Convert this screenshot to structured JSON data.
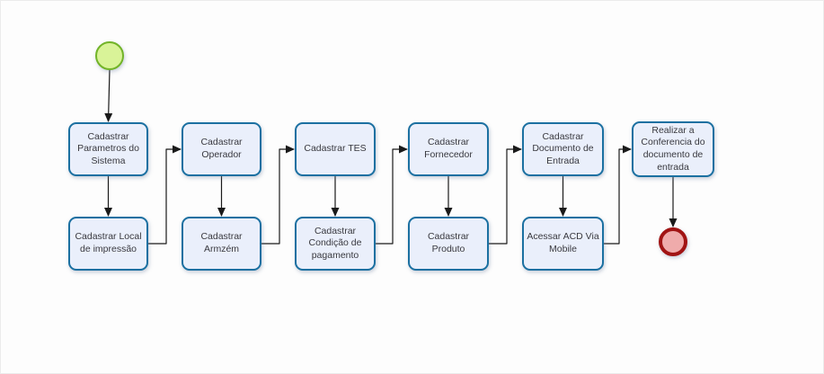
{
  "diagram": {
    "type": "flowchart",
    "nodes": [
      {
        "id": "start",
        "kind": "start-event",
        "label": ""
      },
      {
        "id": "n1",
        "kind": "task",
        "label": "Cadastrar Parametros do Sistema"
      },
      {
        "id": "n2",
        "kind": "task",
        "label": "Cadastrar Local de impressão"
      },
      {
        "id": "n3",
        "kind": "task",
        "label": "Cadastrar Operador"
      },
      {
        "id": "n4",
        "kind": "task",
        "label": "Cadastrar Armzém"
      },
      {
        "id": "n5",
        "kind": "task",
        "label": "Cadastrar TES"
      },
      {
        "id": "n6",
        "kind": "task",
        "label": "Cadastrar Condição de pagamento"
      },
      {
        "id": "n7",
        "kind": "task",
        "label": "Cadastrar Fornecedor"
      },
      {
        "id": "n8",
        "kind": "task",
        "label": "Cadastrar Produto"
      },
      {
        "id": "n9",
        "kind": "task",
        "label": "Cadastrar Documento de Entrada"
      },
      {
        "id": "n10",
        "kind": "task",
        "label": "Acessar ACD Via Mobile"
      },
      {
        "id": "n11",
        "kind": "task",
        "label": "Realizar a Conferencia do documento de entrada"
      },
      {
        "id": "end",
        "kind": "end-event",
        "label": ""
      }
    ],
    "edges": [
      {
        "from": "start",
        "to": "n1"
      },
      {
        "from": "n1",
        "to": "n2"
      },
      {
        "from": "n2",
        "to": "n3"
      },
      {
        "from": "n3",
        "to": "n4"
      },
      {
        "from": "n4",
        "to": "n5"
      },
      {
        "from": "n5",
        "to": "n6"
      },
      {
        "from": "n6",
        "to": "n7"
      },
      {
        "from": "n7",
        "to": "n8"
      },
      {
        "from": "n8",
        "to": "n9"
      },
      {
        "from": "n9",
        "to": "n10"
      },
      {
        "from": "n10",
        "to": "n11"
      },
      {
        "from": "n11",
        "to": "end"
      }
    ],
    "colors": {
      "task_fill": "#eaeffb",
      "task_border": "#1b70a1",
      "task_text": "#39393f",
      "start_fill": "#d9f398",
      "start_border": "#72b428",
      "end_fill": "#efabab",
      "end_border": "#a11414",
      "connector": "#1a1a1a"
    }
  }
}
